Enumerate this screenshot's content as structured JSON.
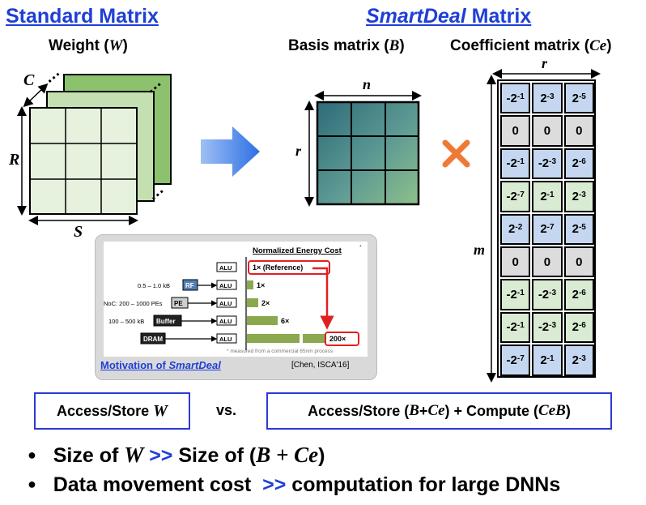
{
  "headers": {
    "standard": "Standard Matrix",
    "smartdeal_italic": "SmartDeal",
    "smartdeal_rest": " Matrix"
  },
  "labels": {
    "weight_text": "Weight (",
    "weight_var": "W",
    "weight_close": ")",
    "basis_text": "Basis matrix (",
    "basis_var": "B",
    "basis_close": ")",
    "coeff_text": "Coefficient matrix (",
    "coeff_var": "Ce",
    "coeff_close": ")"
  },
  "dims": {
    "C": "C",
    "R": "R",
    "S": "S",
    "n": "n",
    "r_basis": "r",
    "r_coeff": "r",
    "m": "m"
  },
  "coeff_rows": [
    [
      {
        "b": "-2",
        "e": "-1"
      },
      {
        "b": "2",
        "e": "-3"
      },
      {
        "b": "2",
        "e": "-5"
      }
    ],
    [
      {
        "b": "0",
        "e": ""
      },
      {
        "b": "0",
        "e": ""
      },
      {
        "b": "0",
        "e": ""
      }
    ],
    [
      {
        "b": "-2",
        "e": "-1"
      },
      {
        "b": "-2",
        "e": "-3"
      },
      {
        "b": "2",
        "e": "-6"
      }
    ],
    [
      {
        "b": "-2",
        "e": "-7"
      },
      {
        "b": "2",
        "e": "-1"
      },
      {
        "b": "2",
        "e": "-3"
      }
    ],
    [
      {
        "b": "2",
        "e": "-2"
      },
      {
        "b": "2",
        "e": "-7"
      },
      {
        "b": "2",
        "e": "-5"
      }
    ],
    [
      {
        "b": "0",
        "e": ""
      },
      {
        "b": "0",
        "e": ""
      },
      {
        "b": "0",
        "e": ""
      }
    ],
    [
      {
        "b": "-2",
        "e": "-1"
      },
      {
        "b": "-2",
        "e": "-3"
      },
      {
        "b": "2",
        "e": "-6"
      }
    ],
    [
      {
        "b": "-2",
        "e": "-1"
      },
      {
        "b": "-2",
        "e": "-3"
      },
      {
        "b": "2",
        "e": "-6"
      }
    ],
    [
      {
        "b": "-2",
        "e": "-7"
      },
      {
        "b": "2",
        "e": "-1"
      },
      {
        "b": "2",
        "e": "-3"
      }
    ]
  ],
  "coeff_row_colors": [
    "blue",
    "gray",
    "blue",
    "green",
    "blue",
    "gray",
    "green",
    "green",
    "blue"
  ],
  "inset": {
    "title": "Normalized Energy Cost",
    "title_mark": "*",
    "alu": "ALU",
    "rows": [
      {
        "mem_label": "",
        "mem_box": "",
        "bar_label": "1× (Reference)",
        "bar_value": 1
      },
      {
        "mem_label": "0.5 – 1.0 kB",
        "mem_box": "RF",
        "bar_label": "1×",
        "bar_value": 1
      },
      {
        "mem_label": "NoC: 200 – 1000 PEs",
        "mem_box": "PE",
        "bar_label": "2×",
        "bar_value": 2
      },
      {
        "mem_label": "100 – 500 kB",
        "mem_box": "Buffer",
        "bar_label": "6×",
        "bar_value": 6
      },
      {
        "mem_label": "",
        "mem_box": "DRAM",
        "bar_label": "200×",
        "bar_value": 200
      }
    ],
    "footnote": "* measured  from a commercial 65nm process",
    "citation": "[Chen, ISCA'16]",
    "motivation_text": "Motivation of ",
    "motivation_italic": "SmartDeal"
  },
  "access_boxes": {
    "left_text": "Access/Store ",
    "left_var": "W",
    "vs": "vs.",
    "right_a": "Access/Store (",
    "right_b": "B",
    "right_plus": "+",
    "right_ce": "Ce",
    "right_c": ") + Compute (",
    "right_ceb": "CeB",
    "right_d": ")"
  },
  "bullets": [
    {
      "mark": "●",
      "pre": "Size of ",
      "v1": "W",
      "op": ">>",
      "mid": " Size of (",
      "v2": "B + Ce",
      "post": ")"
    },
    {
      "mark": "●",
      "pre": "Data movement cost ",
      "op": ">>",
      "post": " computation for large DNNs"
    }
  ],
  "colors": {
    "header_blue": "#1f3fd6",
    "arrow_blue": "#2d6fe3",
    "cross_orange": "#ef7a37",
    "red_highlight": "#e02020",
    "weight_green": "#e6f2de",
    "weight_back": "#8cc26e",
    "coeff_blue": "#c5d7f0",
    "coeff_green": "#d9ebd2",
    "coeff_gray": "#dcdcdc",
    "bar_green": "#8aa94e"
  }
}
